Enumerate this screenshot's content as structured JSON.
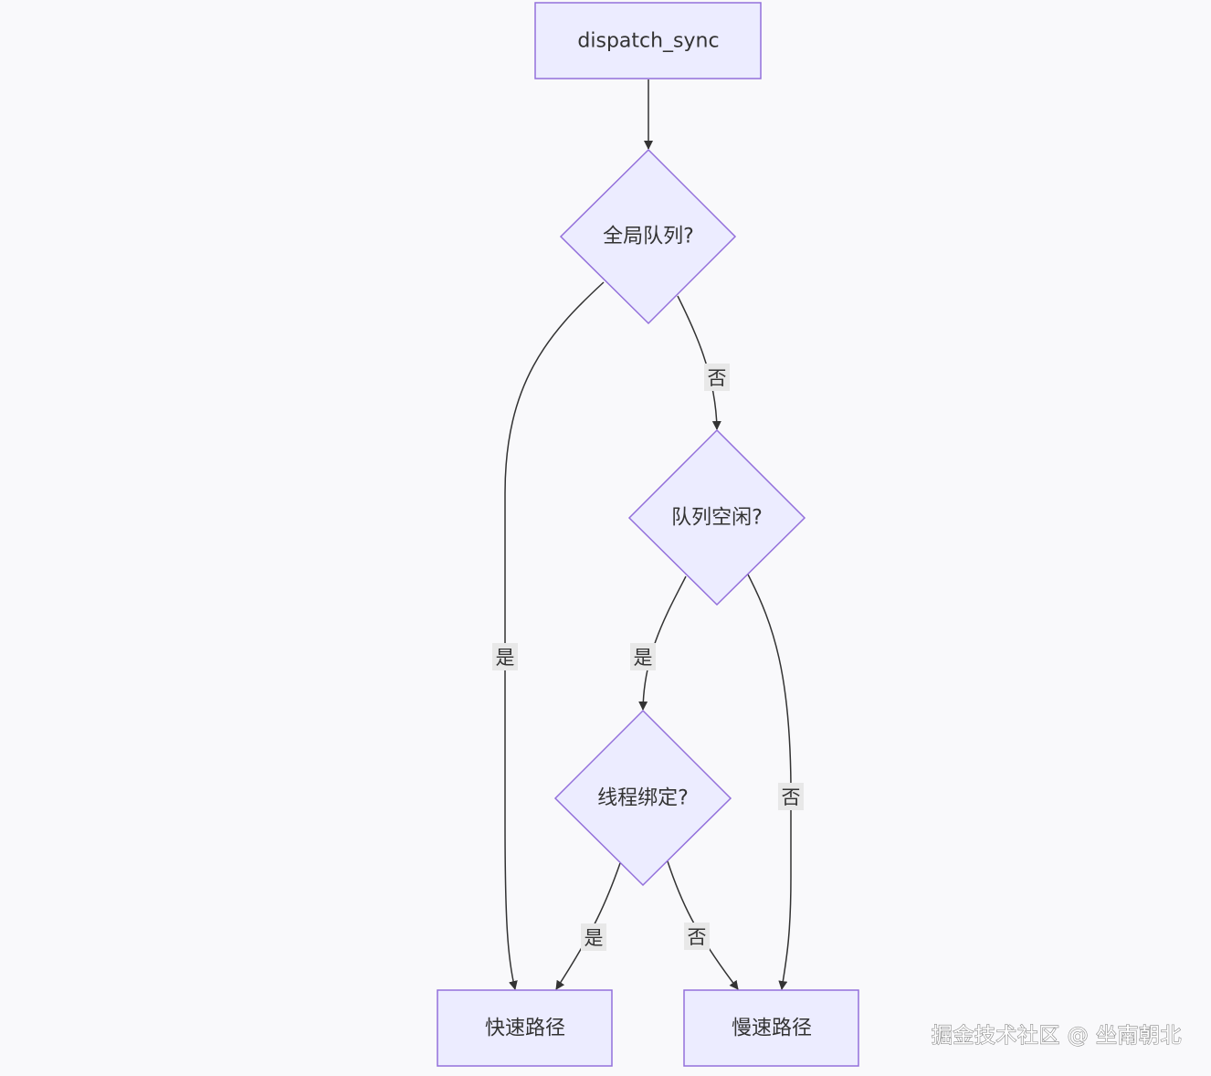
{
  "colors": {
    "background": "#f9f9fb",
    "node_fill": "#ececff",
    "node_stroke": "#9370db",
    "edge": "#333333",
    "label_bg": "#e8e8e8",
    "text": "#333333"
  },
  "nodes": {
    "start": "dispatch_sync",
    "is_global_queue": "全局队列?",
    "is_queue_idle": "队列空闲?",
    "is_thread_bound": "线程绑定?",
    "fast_path": "快速路径",
    "slow_path": "慢速路径"
  },
  "edges": {
    "global_yes": "是",
    "global_no": "否",
    "idle_yes": "是",
    "idle_no": "否",
    "bound_yes": "是",
    "bound_no": "否"
  },
  "watermark": "掘金技术社区 @ 坐南朝北"
}
